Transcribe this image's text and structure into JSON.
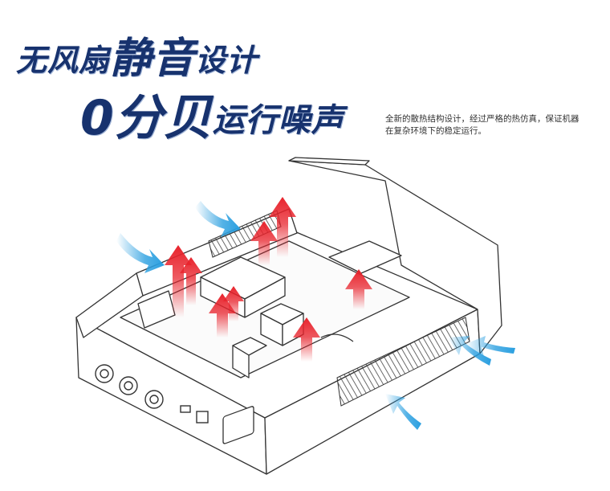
{
  "headline": {
    "line1_pre": "无风扇",
    "line1_big": "静音",
    "line1_post": "设计",
    "line2_big": "0分贝",
    "line2_post": "运行噪声"
  },
  "description": {
    "line1": "全新的散热结构设计，经过严格的热仿真，保证机器",
    "line2": "在复杂环境下的稳定运行。"
  },
  "colors": {
    "headline": "#17326e",
    "hot_arrow": "#e8232c",
    "cool_arrow": "#2a9fe0",
    "outline": "#333333"
  },
  "illustration": {
    "subject": "device-interior-line-drawing",
    "hot_arrow_count": 8,
    "cool_arrow_count": 5
  }
}
